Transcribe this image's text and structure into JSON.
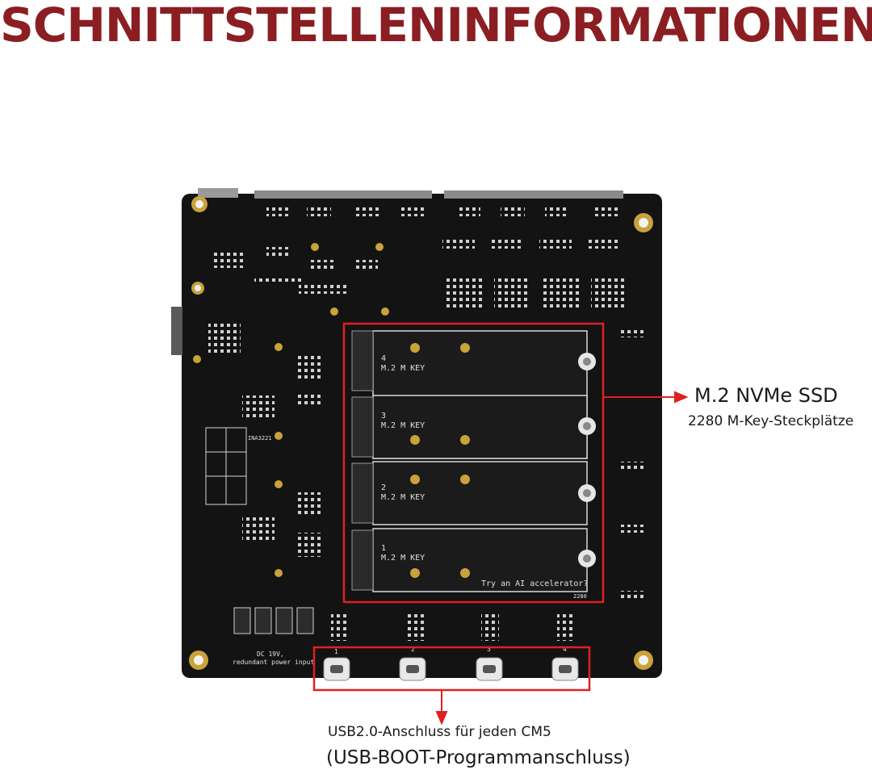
{
  "title": "SCHNITTSTELLENINFORMATIONEN",
  "callouts": {
    "ssd": {
      "title": "M.2 NVMe SSD",
      "subtitle": "2280 M-Key-Steckplätze"
    },
    "usb": {
      "title": "USB2.0-Anschluss für jeden CM5",
      "subtitle": "(USB-BOOT-Programmanschluss)"
    }
  },
  "board": {
    "slots": [
      {
        "number": "4",
        "label": "M.2  M  KEY"
      },
      {
        "number": "3",
        "label": "M.2  M  KEY"
      },
      {
        "number": "2",
        "label": "M.2  M  KEY"
      },
      {
        "number": "1",
        "label": "M.2  M  KEY"
      }
    ],
    "slot_note": "Try an AI accelerator?",
    "slot_size": "2280",
    "usb_ports": [
      "1",
      "2",
      "3",
      "4"
    ],
    "power_label_1": "DC 19V,",
    "power_label_2": "redundant power input",
    "table_header": "INA3221",
    "colors": {
      "title": "#8b1e22",
      "highlight": "#e02020",
      "pcb": "#131313"
    }
  }
}
